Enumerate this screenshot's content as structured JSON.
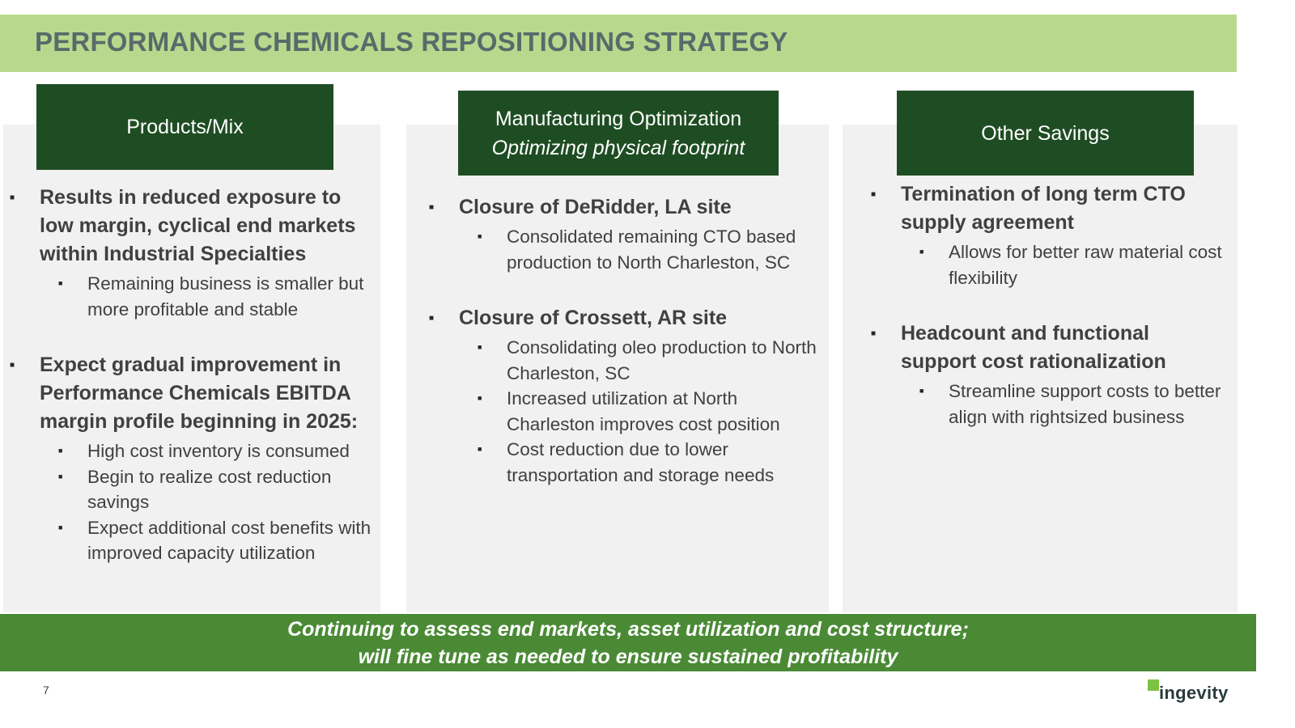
{
  "title": "PERFORMANCE CHEMICALS REPOSITIONING STRATEGY",
  "columns": [
    {
      "header": "Products/Mix",
      "subheader": "",
      "bullets": [
        {
          "text": "Results in reduced exposure to low margin, cyclical end markets within Industrial Specialties",
          "subs": [
            "Remaining business is smaller but more profitable and stable"
          ]
        },
        {
          "text": "Expect gradual improvement in Performance Chemicals EBITDA margin profile beginning in 2025:",
          "subs": [
            "High cost inventory is consumed",
            "Begin to realize cost reduction savings",
            "Expect additional cost benefits with improved capacity utilization"
          ]
        }
      ]
    },
    {
      "header": "Manufacturing Optimization",
      "subheader": "Optimizing physical footprint",
      "bullets": [
        {
          "text": "Closure of DeRidder, LA site",
          "subs": [
            "Consolidated remaining CTO based production to North Charleston, SC"
          ]
        },
        {
          "text": "Closure of Crossett, AR site",
          "subs": [
            "Consolidating oleo production to North Charleston, SC",
            "Increased utilization at North Charleston improves cost position",
            "Cost reduction due to lower transportation and storage needs"
          ]
        }
      ]
    },
    {
      "header": "Other Savings",
      "subheader": "",
      "bullets": [
        {
          "text": "Termination of long term CTO supply agreement",
          "subs": [
            "Allows for better raw material cost flexibility"
          ]
        },
        {
          "text": "Headcount and functional support cost rationalization",
          "subs": [
            "Streamline support costs to better align with rightsized business"
          ]
        }
      ]
    }
  ],
  "footer": {
    "line1": "Continuing to assess end markets, asset utilization and cost structure;",
    "line2": "will fine tune as needed to ensure sustained profitability"
  },
  "page_number": "7",
  "logo": {
    "text": "ingevity",
    "accent_color": "#7dc242"
  },
  "colors": {
    "title_bar": "#b8d98d",
    "header_bg": "#1f4d23",
    "footer_bg": "#4a8a35",
    "panel_bg": "#f1f1f1"
  }
}
